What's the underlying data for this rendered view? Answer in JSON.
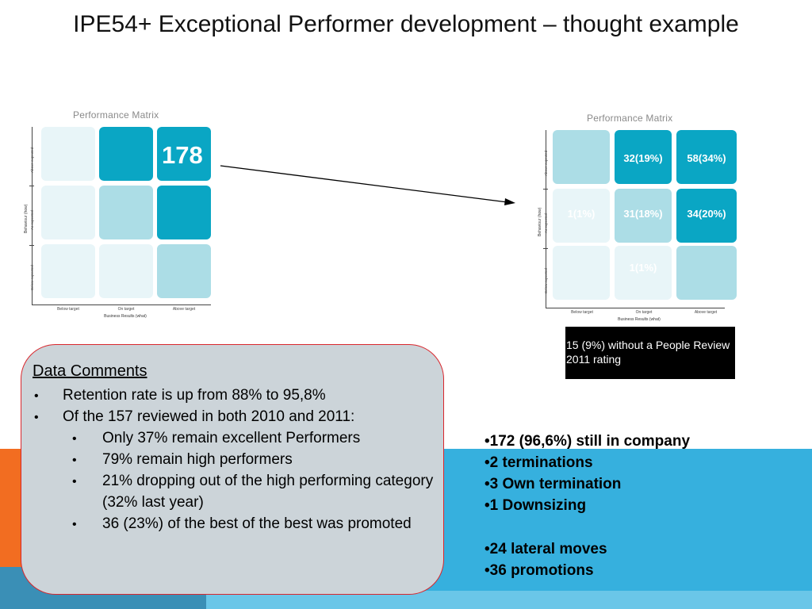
{
  "title": "IPE54+ Exceptional Performer development – thought example",
  "matrix": {
    "title": "Performance Matrix",
    "y_axis": "Behaviour (how)",
    "x_axis": "Business Results (what)",
    "rows": [
      "Above expected",
      "As expected",
      "Below expected"
    ],
    "cols": [
      "Below target",
      "On target",
      "Above target"
    ]
  },
  "left_matrix": {
    "value": "178"
  },
  "right_matrix": {
    "cells": {
      "top_mid": "32(19%)",
      "top_right": "58(34%)",
      "mid_left": "1(1%)",
      "mid_mid": "31(18%)",
      "mid_right": "34(20%)",
      "bot_mid": "1(1%)"
    }
  },
  "note_box": "15 (9%) without a People Review 2011 rating",
  "comments": {
    "heading": "Data Comments",
    "items": [
      "Retention rate is up from 88% to 95,8%",
      "Of the 157 reviewed in both 2010 and 2011:"
    ],
    "subitems": [
      "Only 37% remain excellent Performers",
      "79% remain high performers",
      "21% dropping out of the high performing category (32% last year)",
      "36 (23%) of the best of the best was promoted"
    ]
  },
  "stats": [
    "•172 (96,6%) still in company",
    "•2 terminations",
    "•3 Own termination",
    "•1 Downsizing",
    "•24 lateral moves",
    "•36 promotions"
  ],
  "colors": {
    "teal": "#0aa6c4",
    "light": "#acdde6",
    "pale": "#e8f5f8",
    "orange": "#f26d21",
    "blue": "#36b0de"
  }
}
